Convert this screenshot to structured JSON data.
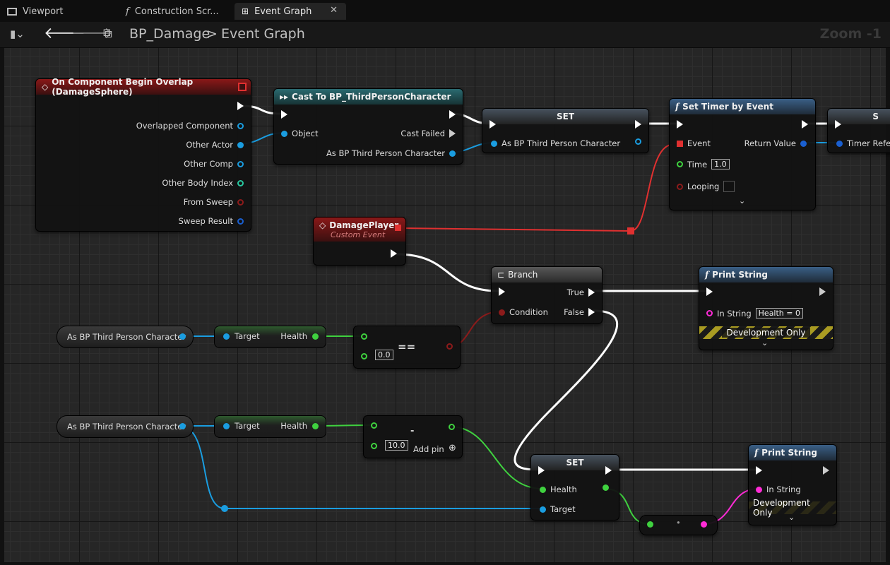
{
  "tabs": [
    {
      "label": "Viewport"
    },
    {
      "label": "Construction Scr..."
    },
    {
      "label": "Event Graph"
    }
  ],
  "breadcrumb": {
    "blueprint": "BP_Damage",
    "separator": ">",
    "graph": "Event Graph"
  },
  "zoom": "Zoom -1",
  "nodes": {
    "overlap": {
      "title": "On Component Begin Overlap (DamageSphere)",
      "pins": [
        "Overlapped Component",
        "Other Actor",
        "Other Comp",
        "Other Body Index",
        "From Sweep",
        "Sweep Result"
      ]
    },
    "cast": {
      "title": "Cast To BP_ThirdPersonCharacter",
      "object": "Object",
      "failed": "Cast Failed",
      "as": "As BP Third Person Character"
    },
    "set1": {
      "title": "SET",
      "pin": "As BP Third Person Character"
    },
    "timer": {
      "title": "Set Timer by Event",
      "event": "Event",
      "return": "Return Value",
      "time_label": "Time",
      "time_value": "1.0",
      "looping": "Looping"
    },
    "set_edge": {
      "title": "S",
      "pin": "Timer Refe"
    },
    "damage": {
      "title": "DamagePlayer",
      "subtitle": "Custom Event"
    },
    "branch": {
      "title": "Branch",
      "condition": "Condition",
      "true": "True",
      "false": "False"
    },
    "print1": {
      "title": "Print String",
      "in_string": "In String",
      "value": "Health = 0",
      "dev": "Development Only"
    },
    "var1": {
      "label": "As BP Third Person Character"
    },
    "get1": {
      "target": "Target",
      "health": "Health"
    },
    "equals": {
      "op": "==",
      "value": "0.0"
    },
    "var2": {
      "label": "As BP Third Person Character"
    },
    "get2": {
      "target": "Target",
      "health": "Health"
    },
    "minus": {
      "op": "-",
      "value": "10.0",
      "add_pin": "Add pin"
    },
    "set2": {
      "title": "SET",
      "health": "Health",
      "target": "Target"
    },
    "print2": {
      "title": "Print String",
      "in_string": "In String",
      "dev": "Development Only"
    }
  },
  "colors": {
    "exec": "#ffffff",
    "object": "#1a9de0",
    "float": "#3fd13f",
    "bool": "#8c1b1b",
    "string": "#ff2bd6",
    "delegate": "#e03030"
  }
}
